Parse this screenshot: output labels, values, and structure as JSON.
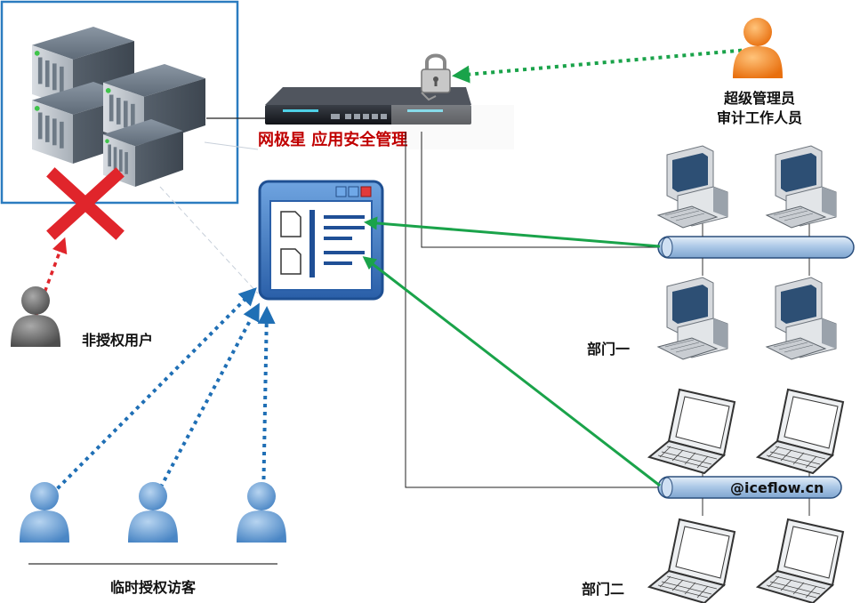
{
  "labels": {
    "appliance": "网极星 应用安全管理",
    "admin_line1": "超级管理员",
    "admin_line2": "审计工作人员",
    "unauthorized": "非授权用户",
    "dept1": "部门一",
    "dept2": "部门二",
    "guests": "临时授权访客",
    "watermark": "@iceflow.cn"
  },
  "colors": {
    "green": "#1aa34a",
    "blue": "#1f6fb5",
    "red": "#e0252b",
    "server_frame": "#2b7cc0",
    "user_blue": "#5d9bd4",
    "user_orange": "#f07d1a",
    "user_gray": "#6b6b6b",
    "pipe": "#a9c6e6"
  }
}
